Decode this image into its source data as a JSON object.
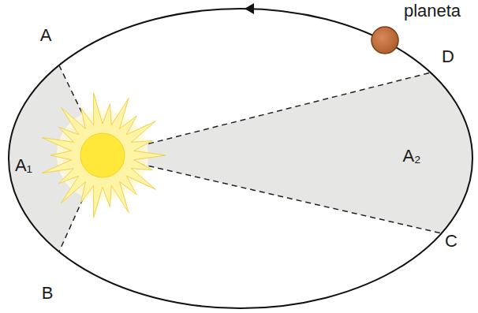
{
  "diagram": {
    "labels": [
      "planeta",
      "A",
      "D",
      "A₁",
      "A₂",
      "B",
      "C"
    ]
  }
}
